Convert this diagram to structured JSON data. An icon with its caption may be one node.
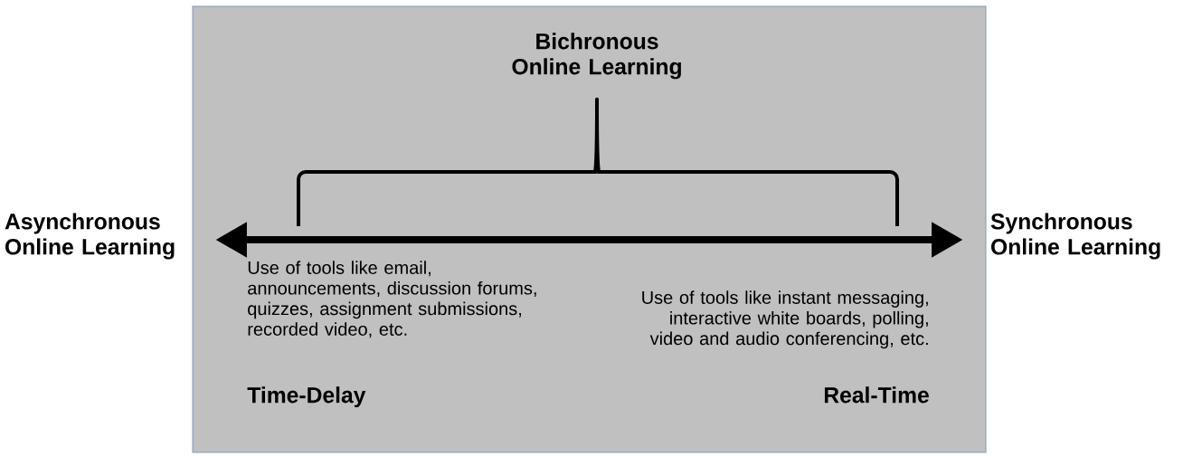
{
  "diagram": {
    "nodes": [
      {
        "text": [
          "Asynchronous Online Learning"
        ]
      },
      {
        "text": [
          "Synchronous Online Learning"
        ]
      }
    ],
    "edges": [
      {
        "from": 0,
        "to": 1,
        "arrow": "both"
      }
    ],
    "labels": [
      "Bichronous Online Learning",
      "Use of tools like email, announcements, discussion forums, quizzes, assignment submissions, recorded video, etc.",
      "Use of tools like instant messaging, interactive white boards, polling, video and audio conferencing, etc.",
      "Time-Delay",
      "Real-Time"
    ]
  }
}
